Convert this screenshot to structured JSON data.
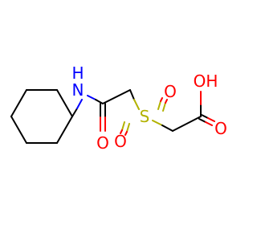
{
  "molecule": {
    "atoms": {
      "amide_n": {
        "symbol": "N",
        "hydrogen": "H"
      },
      "amide_o": {
        "symbol": "O"
      },
      "sulfur": {
        "symbol": "S"
      },
      "sulfonyl_o_top": {
        "symbol": "O"
      },
      "sulfonyl_o_bottom": {
        "symbol": "O"
      },
      "acid_oh": {
        "symbol": "OH"
      },
      "acid_o": {
        "symbol": "O"
      }
    },
    "colors": {
      "carbon_bond": "#000000",
      "nitrogen": "#0000ff",
      "oxygen": "#ff0000",
      "sulfur": "#b2b200"
    }
  }
}
